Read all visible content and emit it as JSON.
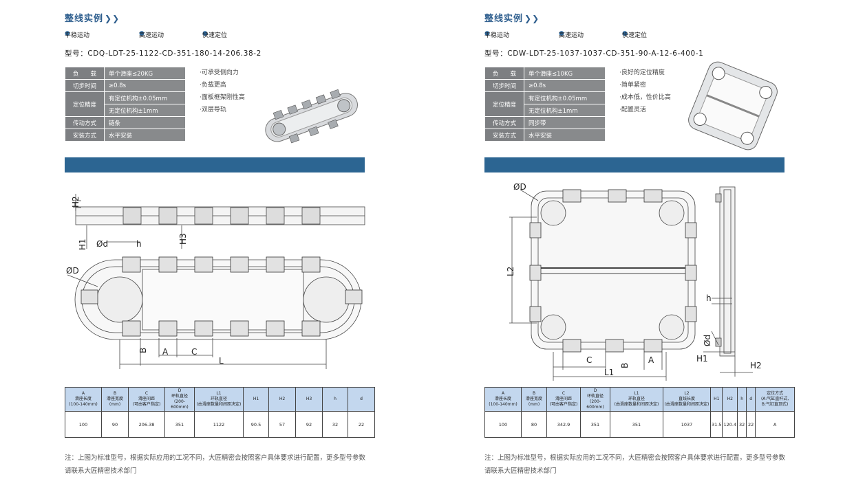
{
  "left": {
    "section_title": "整线实例",
    "features_top": [
      "平稳运动",
      "高速运动",
      "快速定位"
    ],
    "model": "型号：CDQ-LDT-25-1122-CD-351-180-14-206.38-2",
    "spec": {
      "load_label": "负　　载",
      "load_value": "单个滑座≤20KG",
      "step_label": "切步时间",
      "step_value": "≥0.8s",
      "pos_label": "定位精度",
      "pos_value1": "有定位机构±0.05mm",
      "pos_value2": "无定位机构±1mm",
      "drive_label": "传动方式",
      "drive_value": "链条",
      "mount_label": "安装方式",
      "mount_value": "水平安装"
    },
    "features": [
      "·可承受侧向力",
      "·负载更高",
      "·面板框架刚性高",
      "·双层导轨"
    ],
    "dims": {
      "H2": "H2",
      "H1": "H1",
      "d": "Ød",
      "h": "h",
      "H3": "H3",
      "D": "ØD",
      "B": "B",
      "A": "A",
      "C": "C",
      "L": "L"
    },
    "table": {
      "headers": [
        [
          "A",
          "滑座长度",
          "(100-140mm)"
        ],
        [
          "B",
          "滑座宽度",
          "(mm)"
        ],
        [
          "C",
          "滑座间距",
          "(可由客户指定)"
        ],
        [
          "D",
          "环轨直径",
          "(200-600mm)"
        ],
        [
          "L1",
          "环轨直径",
          "(由滑座数量和间距决定)"
        ],
        [
          "H1"
        ],
        [
          "H2"
        ],
        [
          "H3"
        ],
        [
          "h"
        ],
        [
          "d"
        ]
      ],
      "row": [
        "100",
        "90",
        "206.38",
        "351",
        "1122",
        "90.5",
        "57",
        "92",
        "32",
        "22"
      ]
    },
    "note": "注：上图为标准型号，根据实际应用的工况不同，大匠精密会按照客户具体要求进行配置，更多型号参数请联系大匠精密技术部门"
  },
  "right": {
    "section_title": "整线实例",
    "features_top": [
      "平稳运动",
      "高速运动",
      "快速定位"
    ],
    "model": "型号：CDW-LDT-25-1037-1037-CD-351-90-A-12-6-400-1",
    "spec": {
      "load_label": "负　　载",
      "load_value": "单个滑座≤10KG",
      "step_label": "切步时间",
      "step_value": "≥0.8s",
      "pos_label": "定位精度",
      "pos_value1": "有定位机构±0.05mm",
      "pos_value2": "无定位机构±1mm",
      "drive_label": "传动方式",
      "drive_value": "同步带",
      "mount_label": "安装方式",
      "mount_value": "水平安装"
    },
    "features": [
      "·良好的定位精度",
      "·简单紧密",
      "·成本低，性价比高",
      "·配置灵活"
    ],
    "dims": {
      "D": "ØD",
      "L2": "L2",
      "h": "h",
      "d": "Ød",
      "H1": "H1",
      "H2": "H2",
      "C": "C",
      "B": "B",
      "A": "A",
      "L1": "L1"
    },
    "table": {
      "headers": [
        [
          "A",
          "滑座长度",
          "(100-140mm)"
        ],
        [
          "B",
          "滑座宽度",
          "(mm)"
        ],
        [
          "C",
          "滑座间距",
          "(可由客户指定)"
        ],
        [
          "D",
          "环轨直径",
          "(200-600mm)"
        ],
        [
          "L1",
          "环轨直径",
          "(由滑座数量和间距决定)"
        ],
        [
          "L2",
          "直线长度",
          "(由滑座数量和间距决定)"
        ],
        [
          "H1"
        ],
        [
          "H2"
        ],
        [
          "h"
        ],
        [
          "d"
        ],
        [
          "定位方式",
          "(A:气缸直杆式,",
          "B:气缸直顶式)"
        ]
      ],
      "row": [
        "100",
        "80",
        "342.9",
        "351",
        "351",
        "1037",
        "31.5",
        "120.4",
        "32",
        "22",
        "A"
      ]
    },
    "note": "注：上图为标准型号，根据实际应用的工况不同，大匠精密会按照客户具体要求进行配置，更多型号参数请联系大匠精密技术部门"
  }
}
